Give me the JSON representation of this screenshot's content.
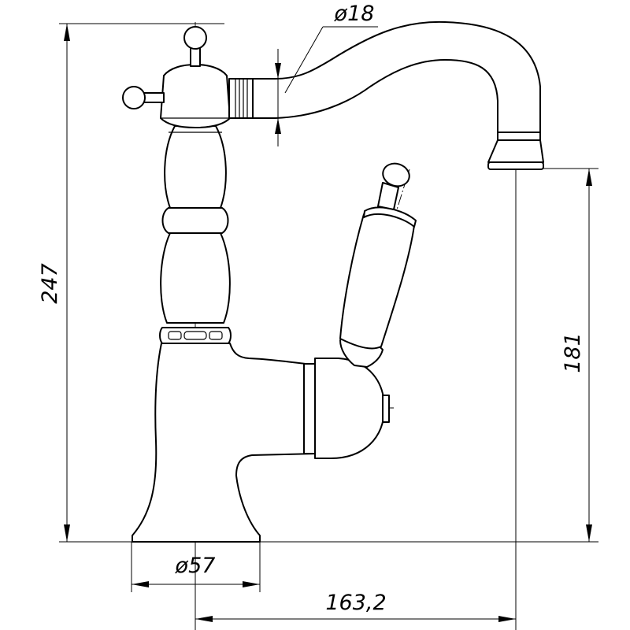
{
  "diagram": {
    "colors": {
      "line": "#000000",
      "background": "#ffffff"
    },
    "dimensions": {
      "total_height": "247",
      "spout_height": "181",
      "base_diameter": "ø57",
      "spout_reach": "163,2",
      "spout_diameter": "ø18"
    }
  }
}
